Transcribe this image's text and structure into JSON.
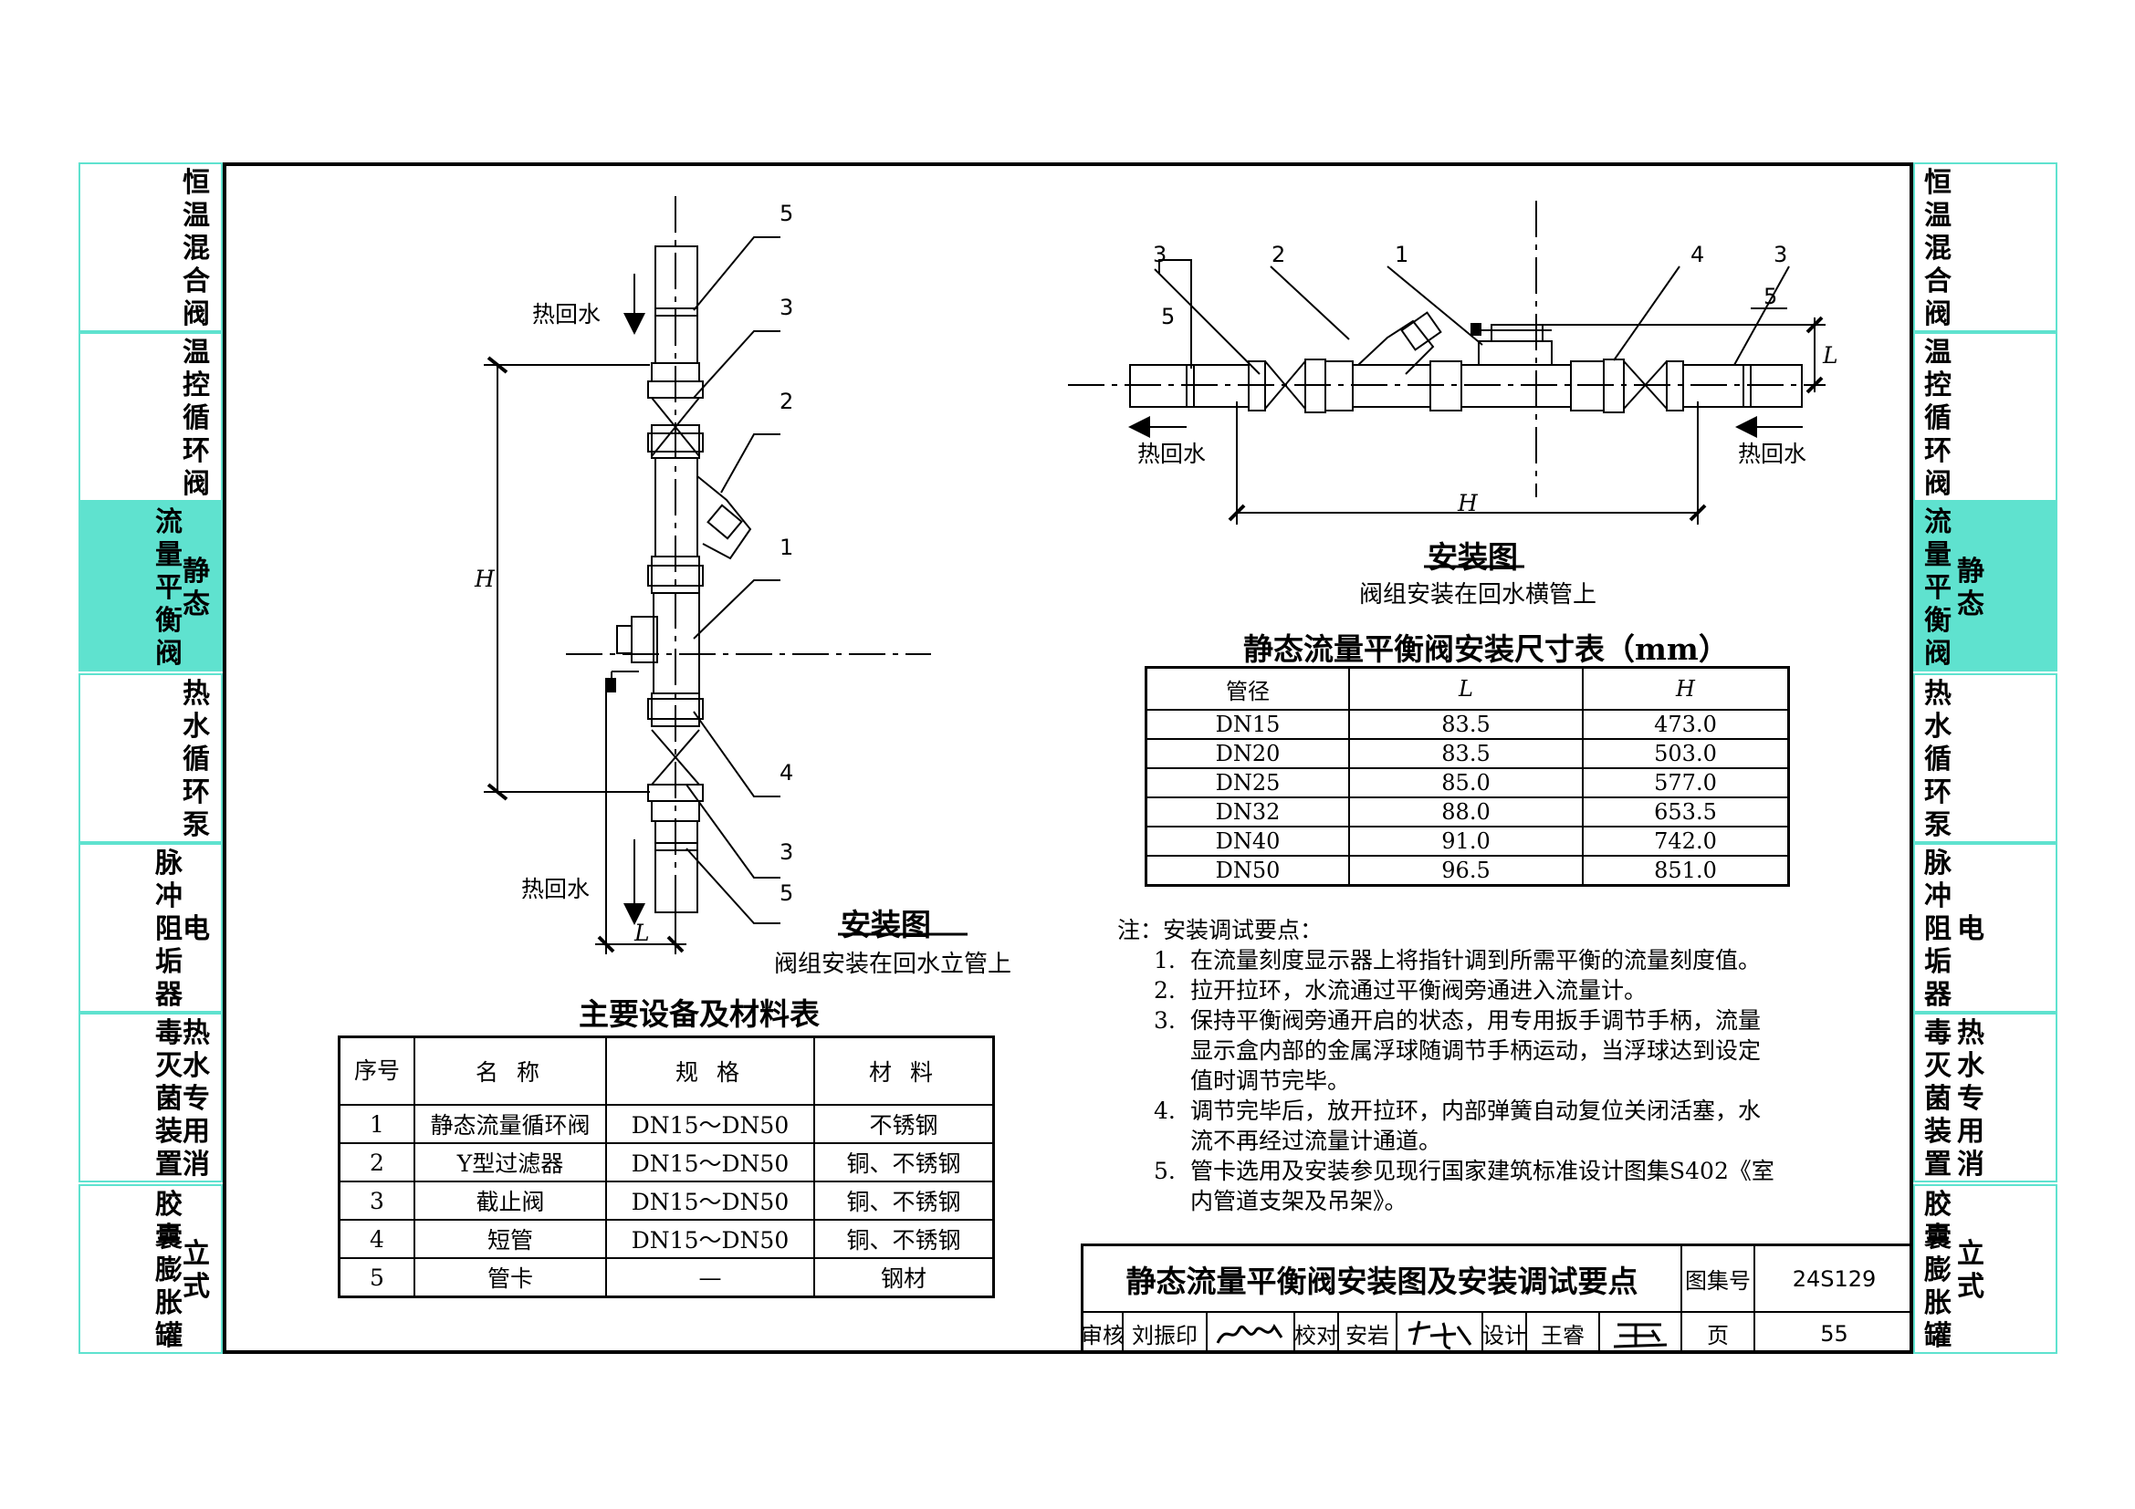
{
  "side_tabs": [
    {
      "lines": [
        "恒温混合阀"
      ],
      "active": false
    },
    {
      "lines": [
        "温控循环阀"
      ],
      "active": false
    },
    {
      "lines": [
        "流量平衡阀",
        "静态"
      ],
      "active": true
    },
    {
      "lines": [
        "热水循环泵"
      ],
      "active": false
    },
    {
      "lines": [
        "脉冲阻垢器",
        "电"
      ],
      "active": false
    },
    {
      "lines": [
        "毒灭菌装置",
        "热水专用消"
      ],
      "active": false
    },
    {
      "lines": [
        "胶囊膨胀罐",
        "立式"
      ],
      "active": false
    }
  ],
  "colors": {
    "tab_border": "#5fe2cf",
    "tab_active": "#5fe2cf",
    "line": "#000000"
  },
  "vertical_drawing": {
    "callouts": [
      "5",
      "3",
      "2",
      "1",
      "4",
      "3",
      "5"
    ],
    "flow_top": "热回水",
    "flow_bottom": "热回水",
    "dim_h": "H",
    "dim_l": "L",
    "title": "安装图",
    "subtitle": "阀组安装在回水立管上"
  },
  "horizontal_drawing": {
    "callouts": [
      "3",
      "2",
      "1",
      "4",
      "3",
      "5",
      "5"
    ],
    "flow_left": "热回水",
    "flow_right": "热回水",
    "dim_h": "H",
    "dim_l": "L",
    "title": "安装图",
    "subtitle": "阀组安装在回水横管上"
  },
  "dim_table": {
    "title": "静态流量平衡阀安装尺寸表（mm）",
    "headers": [
      "管径",
      "L",
      "H"
    ],
    "rows": [
      [
        "DN15",
        "83.5",
        "473.0"
      ],
      [
        "DN20",
        "83.5",
        "503.0"
      ],
      [
        "DN25",
        "85.0",
        "577.0"
      ],
      [
        "DN32",
        "88.0",
        "653.5"
      ],
      [
        "DN40",
        "91.0",
        "742.0"
      ],
      [
        "DN50",
        "96.5",
        "851.0"
      ]
    ]
  },
  "material_table": {
    "title": "主要设备及材料表",
    "headers": [
      "序号",
      "名 称",
      "规 格",
      "材 料"
    ],
    "rows": [
      [
        "1",
        "静态流量循环阀",
        "DN15～DN50",
        "不锈钢"
      ],
      [
        "2",
        "Y型过滤器",
        "DN15～DN50",
        "铜、不锈钢"
      ],
      [
        "3",
        "截止阀",
        "DN15～DN50",
        "铜、不锈钢"
      ],
      [
        "4",
        "短管",
        "DN15～DN50",
        "铜、不锈钢"
      ],
      [
        "5",
        "管卡",
        "—",
        "钢材"
      ]
    ]
  },
  "notes": {
    "heading": "注：安装调试要点：",
    "items": [
      [
        "1.",
        "在流量刻度显示器上将指针调到所需平衡的流量刻度值。"
      ],
      [
        "2.",
        "拉开拉环，水流通过平衡阀旁通进入流量计。"
      ],
      [
        "3.",
        "保持平衡阀旁通开启的状态，用专用扳手调节手柄，流量",
        "显示盒内部的金属浮球随调节手柄运动，当浮球达到设定",
        "值时调节完毕。"
      ],
      [
        "4.",
        "调节完毕后，放开拉环，内部弹簧自动复位关闭活塞，水",
        "流不再经过流量计通道。"
      ],
      [
        "5.",
        "管卡选用及安装参见现行国家建筑标准设计图集S402《室",
        "内管道支架及吊架》。"
      ]
    ]
  },
  "title_block": {
    "title": "静态流量平衡阀安装图及安装调试要点",
    "atlas_label": "图集号",
    "atlas_no": "24S129",
    "review_label": "审核",
    "reviewer": "刘振印",
    "check_label": "校对",
    "checker": "安岩",
    "design_label": "设计",
    "designer": "王睿",
    "page_label": "页",
    "page_no": "55"
  }
}
